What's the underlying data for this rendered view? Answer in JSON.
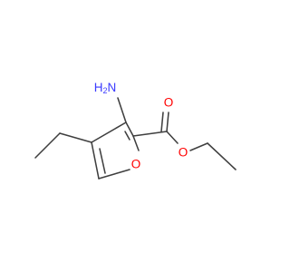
{
  "molecule": {
    "atoms": {
      "nh2": {
        "symbol": "N",
        "hydrogens": "H",
        "subscript": "2",
        "color": "#3a3aff"
      },
      "carbonyl_o": {
        "symbol": "O",
        "color": "#ff0000"
      },
      "ester_o": {
        "symbol": "O",
        "color": "#ff0000"
      },
      "ring_o": {
        "symbol": "O",
        "color": "#ff0000"
      }
    },
    "bond_color": "#3f3f3f"
  }
}
